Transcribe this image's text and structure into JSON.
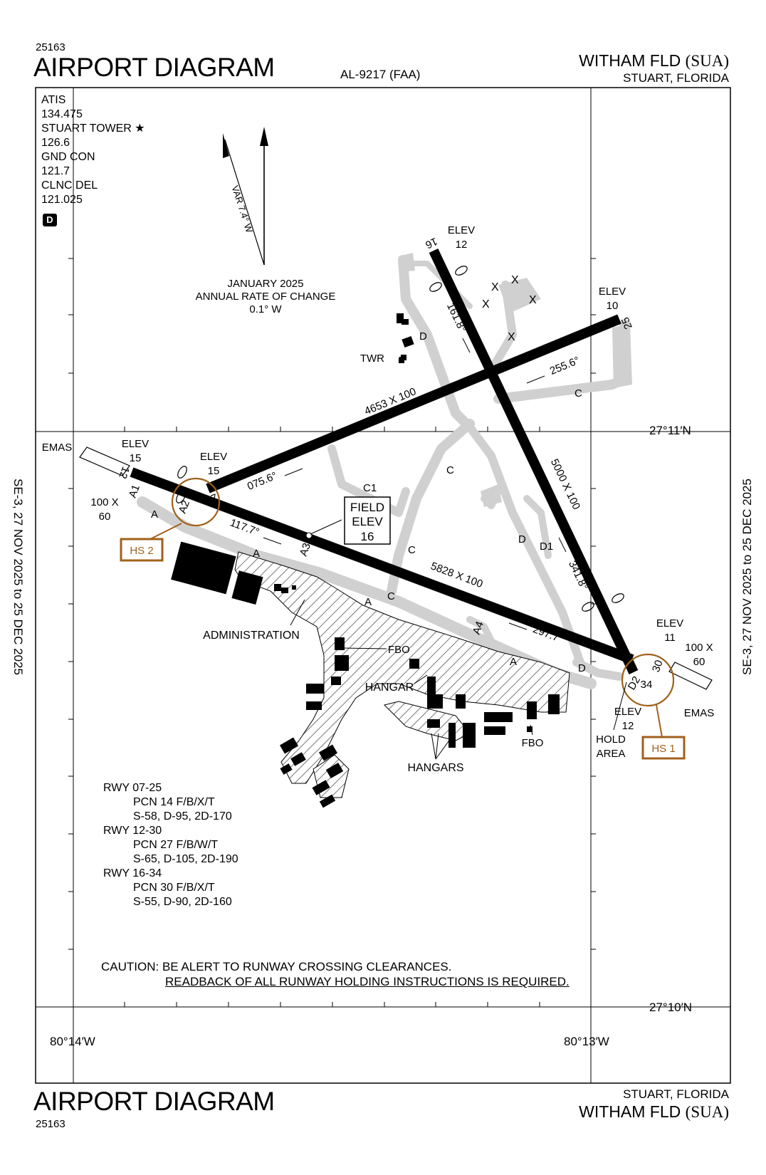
{
  "header": {
    "procedure_number": "25163",
    "title": "AIRPORT DIAGRAM",
    "chart_id": "AL-9217 (FAA)",
    "airport_name": "WITHAM FLD",
    "airport_code": "(SUA)",
    "location": "STUART, FLORIDA"
  },
  "footer": {
    "title": "AIRPORT DIAGRAM",
    "procedure_number": "25163",
    "location": "STUART, FLORIDA",
    "airport_name": "WITHAM FLD",
    "airport_code": "(SUA)"
  },
  "effective_dates": "SE-3,  27 NOV 2025  to  25 DEC 2025",
  "comms": [
    {
      "label": "ATIS",
      "freq": "134.475"
    },
    {
      "label": "STUART TOWER ★",
      "freq": "126.6"
    },
    {
      "label": "GND CON",
      "freq": "121.7"
    },
    {
      "label": "CLNC DEL",
      "freq": "121.025"
    }
  ],
  "d_badge": "D",
  "variation": {
    "label": "VAR 7.4° W",
    "date": "JANUARY 2025",
    "rate_title": "ANNUAL RATE OF CHANGE",
    "rate": "0.1° W"
  },
  "coordinates": {
    "lat_top": "27°11′N",
    "lat_bottom": "27°10′N",
    "lon_left": "80°14′W",
    "lon_right": "80°13′W"
  },
  "runways": [
    {
      "id": "07-25",
      "dims": "4653 X 100",
      "bearing_07": "075.6°",
      "bearing_25": "255.6°",
      "end_07": "7",
      "end_25": "25"
    },
    {
      "id": "12-30",
      "dims": "5828 X 100",
      "bearing_12": "117.7°",
      "bearing_30": "297.7°",
      "end_12": "12",
      "end_30": "30"
    },
    {
      "id": "16-34",
      "dims": "5000 X 100",
      "bearing_16": "161.8°",
      "bearing_34": "341.8°",
      "end_16": "16",
      "end_34": "34"
    }
  ],
  "elevations": {
    "elev_label": "ELEV",
    "rwy16": "12",
    "rwy25": "10",
    "rwy12": "15",
    "rwy07": "15",
    "rwy30": "11",
    "rwy34": "12"
  },
  "field_elev": {
    "line1": "FIELD",
    "line2": "ELEV",
    "value": "16"
  },
  "emas": {
    "label": "EMAS",
    "dims_line1": "100 X",
    "dims_line1_left": "100 X",
    "dims_line2": "60"
  },
  "taxiways": [
    "A",
    "A1",
    "A2",
    "A3",
    "A4",
    "C",
    "C1",
    "D",
    "D1",
    "D2"
  ],
  "labels": {
    "twr": "TWR",
    "administration": "ADMINISTRATION",
    "fbo": "FBO",
    "hangar": "HANGAR",
    "hangars": "HANGARS",
    "hold_area_1": "HOLD",
    "hold_area_2": "AREA",
    "hs1": "HS 1",
    "hs2": "HS 2"
  },
  "pcn_info": [
    {
      "rwy": "RWY 07-25",
      "pcn": "PCN 14 F/B/X/T",
      "loads": "S-58, D-95, 2D-170"
    },
    {
      "rwy": "RWY 12-30",
      "pcn": "PCN 27 F/B/W/T",
      "loads": "S-65, D-105, 2D-190"
    },
    {
      "rwy": "RWY 16-34",
      "pcn": "PCN 30 F/B/X/T",
      "loads": "S-55, D-90, 2D-160"
    }
  ],
  "caution": {
    "line1": "CAUTION: BE ALERT TO RUNWAY CROSSING CLEARANCES.",
    "line2": "READBACK OF ALL RUNWAY HOLDING INSTRUCTIONS IS REQUIRED."
  },
  "colors": {
    "hotspot": "#a0611c",
    "taxiway": "#d0d0d0",
    "runway": "#000000"
  }
}
